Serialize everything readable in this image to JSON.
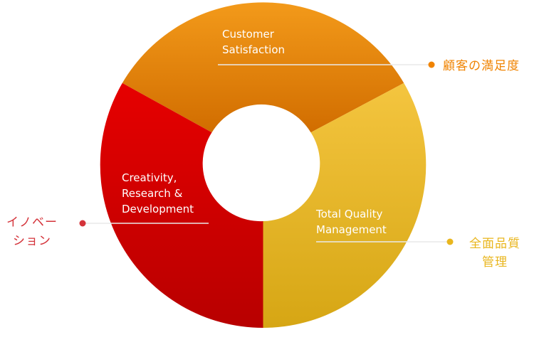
{
  "segments": [
    {
      "key": "customer",
      "label": "Customer\nSatisfaction",
      "jp_label": "顧客の満足度",
      "color_light": "#f39a1a",
      "color_dark": "#d16d00"
    },
    {
      "key": "creativity",
      "label": "Creativity,\nResearch &\nDevelopment",
      "jp_label": "イノベー\nション",
      "color_light": "#e60000",
      "color_dark": "#b80000"
    },
    {
      "key": "tqm",
      "label": "Total Quality\nManagement",
      "jp_label": "全面品質\n管理",
      "color_light": "#f4c53f",
      "color_dark": "#d6a614"
    }
  ],
  "colors": {
    "jp_customer": "#f08300",
    "jp_innovation": "#d4333a",
    "jp_tqm": "#e9b61e",
    "leader_line": "#e0e0e0"
  }
}
